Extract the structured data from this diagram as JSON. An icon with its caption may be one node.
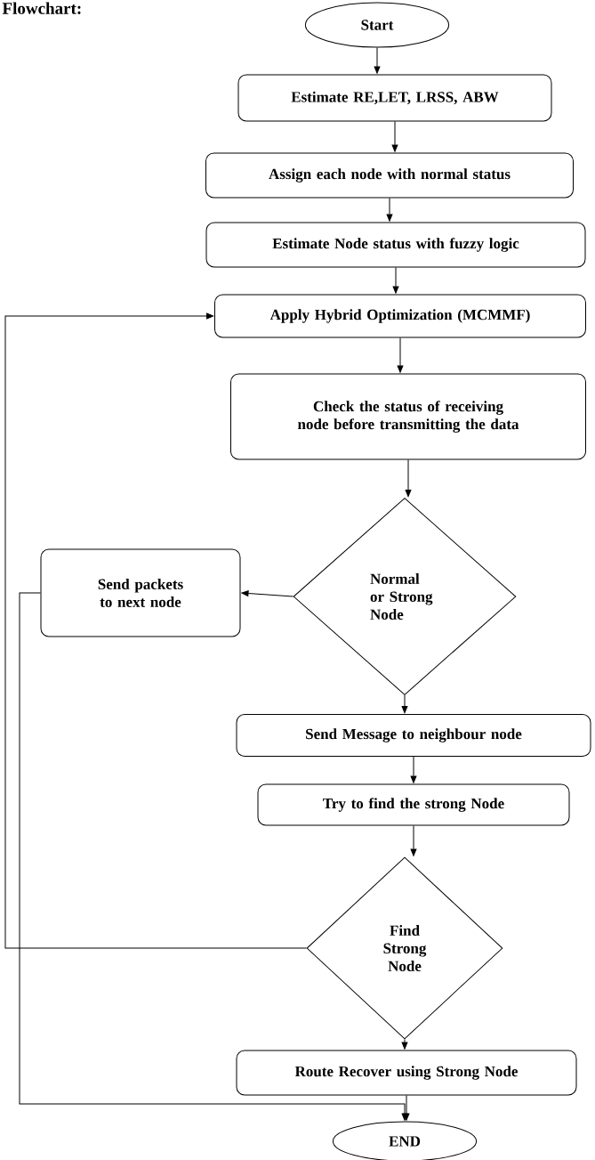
{
  "diagram": {
    "title": "Flowchart:",
    "nodes": [
      {
        "text": [
          "Start"
        ]
      },
      {
        "text": [
          "Estimate RE,LET, LRSS, ABW"
        ]
      },
      {
        "text": [
          "Assign each node with normal status"
        ]
      },
      {
        "text": [
          "Estimate Node status with fuzzy logic"
        ]
      },
      {
        "text": [
          "Apply Hybrid Optimization (MCMMF)"
        ]
      },
      {
        "text": [
          "Check the status of receiving node before transmitting the data"
        ]
      },
      {
        "text": [
          "Normal or Strong Node"
        ]
      },
      {
        "text": [
          "Send packets to next node"
        ]
      },
      {
        "text": [
          "Send Message to neighbour node"
        ]
      },
      {
        "text": [
          "Try to find the strong Node"
        ]
      },
      {
        "text": [
          "Find Strong Node"
        ]
      },
      {
        "text": [
          "Route Recover using Strong Node"
        ]
      },
      {
        "text": [
          "END"
        ]
      }
    ],
    "edges": [
      {
        "from": 0,
        "to": 1,
        "arrow": "to"
      },
      {
        "from": 1,
        "to": 2,
        "arrow": "to"
      },
      {
        "from": 2,
        "to": 3,
        "arrow": "to"
      },
      {
        "from": 3,
        "to": 4,
        "arrow": "to"
      },
      {
        "from": 4,
        "to": 5,
        "arrow": "to"
      },
      {
        "from": 5,
        "to": 6,
        "arrow": "to"
      },
      {
        "from": 6,
        "to": 7,
        "arrow": "to"
      },
      {
        "from": 6,
        "to": 8,
        "arrow": "to"
      },
      {
        "from": 8,
        "to": 9,
        "arrow": "to"
      },
      {
        "from": 9,
        "to": 10,
        "arrow": "to"
      },
      {
        "from": 10,
        "to": 11,
        "arrow": "to"
      },
      {
        "from": 11,
        "to": 12,
        "arrow": "to"
      },
      {
        "from": 10,
        "to": 4,
        "arrow": "to"
      },
      {
        "from": 7,
        "to": 12,
        "arrow": "to"
      }
    ]
  }
}
